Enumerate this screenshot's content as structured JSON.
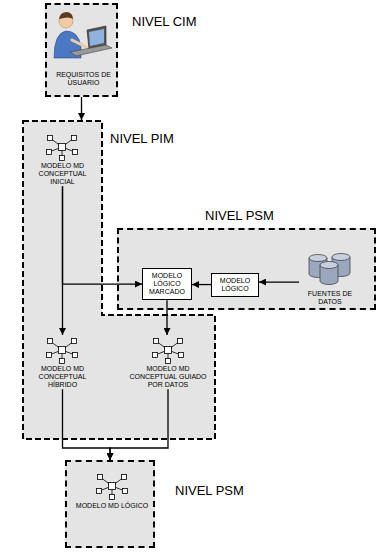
{
  "diagram": {
    "nodes": [
      {
        "text": [
          "NIVEL CIM"
        ]
      },
      {
        "text": [
          "REQUISITOS DE USUARIO"
        ],
        "in": 0
      },
      {
        "text": [
          "NIVEL PIM"
        ]
      },
      {
        "text": [
          "MODELO MD CONCEPTUAL INICIAL"
        ],
        "in": 2
      },
      {
        "text": [
          "NIVEL PSM"
        ]
      },
      {
        "text": [
          "MODELO LÓGICO MARCADO"
        ],
        "in": 4
      },
      {
        "text": [
          "MODELO LÓGICO"
        ],
        "in": 4
      },
      {
        "text": [
          "FUENTES DE DATOS"
        ],
        "in": 4
      },
      {
        "text": [
          "MODELO MD CONCEPTUAL HÍBRIDO"
        ],
        "in": 2
      },
      {
        "text": [
          "MODELO MD CONCEPTUAL GUIADO POR DATOS"
        ],
        "in": 2
      },
      {
        "text": [
          "NIVEL PSM"
        ]
      },
      {
        "text": [
          "MODELO MD LÓGICO"
        ],
        "in": 10
      }
    ],
    "edges": [
      {
        "from": 0,
        "to": 2,
        "arrow": "to"
      },
      {
        "from": 3,
        "to": 8,
        "arrow": "to"
      },
      {
        "from": 3,
        "to": 5,
        "arrow": "to"
      },
      {
        "from": 7,
        "to": 6,
        "arrow": "to"
      },
      {
        "from": 6,
        "to": 5,
        "arrow": "to"
      },
      {
        "from": 5,
        "to": 9,
        "arrow": "to"
      },
      {
        "from": 8,
        "to": 10,
        "arrow": "to"
      },
      {
        "from": 9,
        "to": 10,
        "arrow": "to"
      }
    ]
  }
}
